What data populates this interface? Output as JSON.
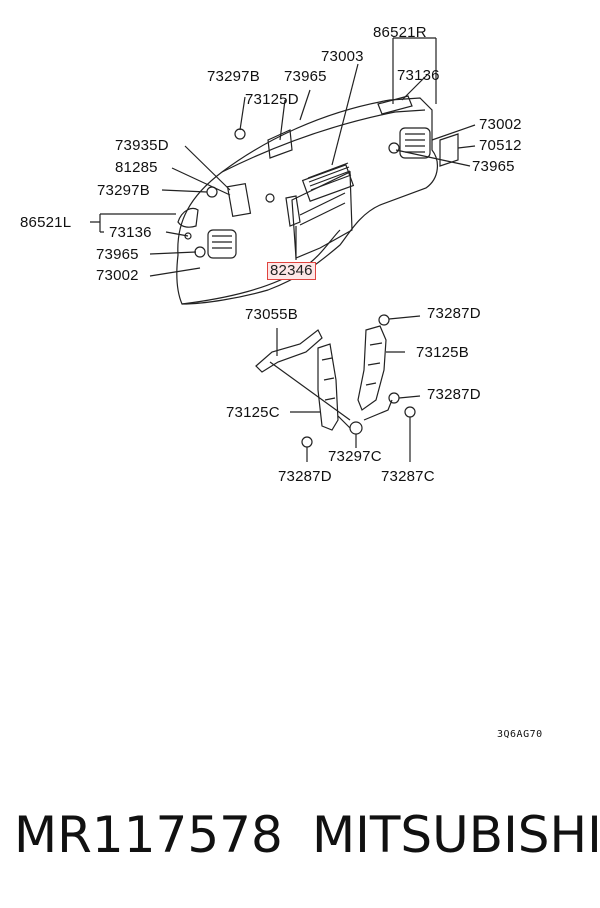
{
  "callouts": [
    {
      "id": "86521R",
      "text": "86521R"
    },
    {
      "id": "73003",
      "text": "73003"
    },
    {
      "id": "73297B-top",
      "text": "73297B"
    },
    {
      "id": "73965-top",
      "text": "73965"
    },
    {
      "id": "73136-right",
      "text": "73136"
    },
    {
      "id": "73125D",
      "text": "73125D"
    },
    {
      "id": "73002-right",
      "text": "73002"
    },
    {
      "id": "73935D",
      "text": "73935D"
    },
    {
      "id": "70512",
      "text": "70512"
    },
    {
      "id": "81285",
      "text": "81285"
    },
    {
      "id": "73965-right",
      "text": "73965"
    },
    {
      "id": "73297B-left",
      "text": "73297B"
    },
    {
      "id": "86521L",
      "text": "86521L"
    },
    {
      "id": "73136-left",
      "text": "73136"
    },
    {
      "id": "73965-left",
      "text": "73965"
    },
    {
      "id": "82346",
      "text": "82346"
    },
    {
      "id": "73002-left",
      "text": "73002"
    },
    {
      "id": "73055B",
      "text": "73055B"
    },
    {
      "id": "73287D-top",
      "text": "73287D"
    },
    {
      "id": "73125B",
      "text": "73125B"
    },
    {
      "id": "73287D-mid",
      "text": "73287D"
    },
    {
      "id": "73125C",
      "text": "73125C"
    },
    {
      "id": "73297C",
      "text": "73297C"
    },
    {
      "id": "73287D-bottom",
      "text": "73287D"
    },
    {
      "id": "73287C",
      "text": "73287C"
    }
  ],
  "highlighted_part": "82346",
  "highlight_color": "#e0443f",
  "ref_code": "3Q6AG70",
  "part_number": "MR117578",
  "brand": "MITSUBISHI"
}
